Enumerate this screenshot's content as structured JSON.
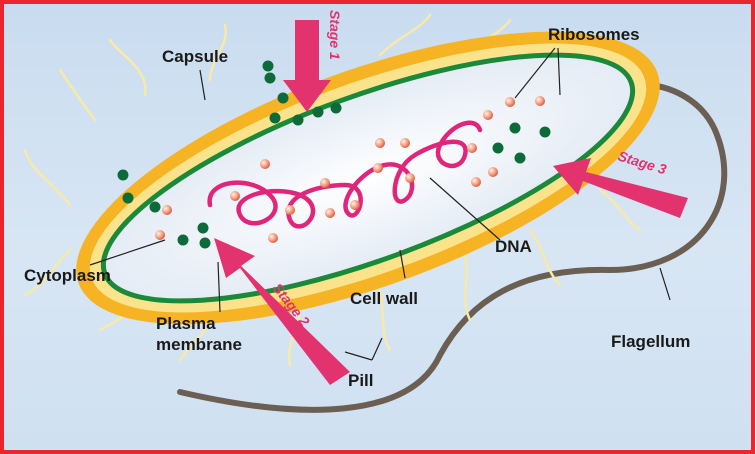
{
  "labels": {
    "capsule": "Capsule",
    "ribosomes": "Ribosomes",
    "flagellum": "Flagellum",
    "dna": "DNA",
    "cytoplasm": "Cytoplasm",
    "plasma_membrane_line1": "Plasma",
    "plasma_membrane_line2": "membrane",
    "cell_wall": "Cell wall",
    "pili": "Pill"
  },
  "stages": {
    "stage1": "Stage 1",
    "stage2": "Stage 2",
    "stage3": "Stage 3"
  },
  "colors": {
    "border": "#e8262b",
    "capsule": "#f6b324",
    "cell_wall": "#fbe38c",
    "membrane": "#1a8a3a",
    "cytoplasm": "#eef3fa",
    "dna": "#e0267a",
    "ribosome": "#f08a72",
    "granule": "#0d6b3a",
    "arrow": "#e2336f",
    "flagellum": "#6b5f54",
    "pili": "#f7eaa8"
  }
}
